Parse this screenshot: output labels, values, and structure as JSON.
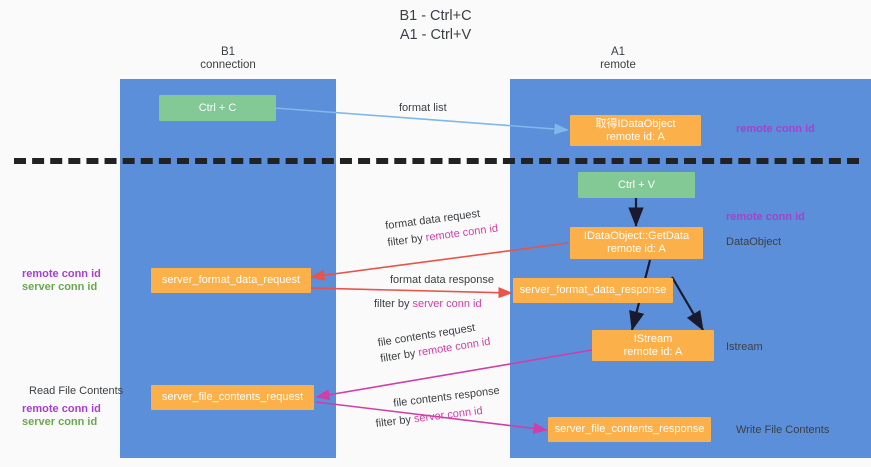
{
  "title": {
    "line1": "B1 - Ctrl+C",
    "line2": "A1 - Ctrl+V"
  },
  "lanes": [
    {
      "name": "b1",
      "line1": "B1",
      "line2": "connection",
      "color": "#5b8fd9"
    },
    {
      "name": "a1",
      "line1": "A1",
      "line2": "remote",
      "color": "#5b8fd9"
    }
  ],
  "nodes": {
    "ctrl_c": {
      "line1": "Ctrl + C",
      "line2": "",
      "color": "#82c995"
    },
    "dataobject_remote": {
      "line1": "取得IDataObject",
      "line2": "remote id: A",
      "color": "#fbb04a"
    },
    "ctrl_v": {
      "line1": "Ctrl + V",
      "line2": "",
      "color": "#82c995"
    },
    "getdata": {
      "line1": "IDataObject::GetData",
      "line2": "remote id: A",
      "color": "#fbb04a"
    },
    "server_format_data_request": {
      "line1": "server_format_data_request",
      "line2": "",
      "color": "#fbb04a"
    },
    "server_format_data_response": {
      "line1": "server_format_data_response",
      "line2": "",
      "color": "#fbb04a"
    },
    "istream": {
      "line1": "IStream",
      "line2": "remote id: A",
      "color": "#fbb04a"
    },
    "server_file_contents_request": {
      "line1": "server_file_contents_request",
      "line2": "",
      "color": "#fbb04a"
    },
    "server_file_contents_response": {
      "line1": "server_file_contents_response",
      "line2": "",
      "color": "#fbb04a"
    }
  },
  "edge_labels": {
    "format_list": "format list",
    "format_data_request": "format data request",
    "format_data_request_filter_prefix": "filter by ",
    "format_data_request_filter_key": "remote conn id",
    "format_data_response": "format data response",
    "format_data_response_filter_prefix": "filter by ",
    "format_data_response_filter_key": "server conn id",
    "file_contents_request": "file contents request",
    "file_contents_request_filter_prefix": "filter by ",
    "file_contents_request_filter_key": "remote conn id",
    "file_contents_response": "file contents response",
    "file_contents_response_filter_prefix": "filter by ",
    "file_contents_response_filter_key": "server conn id"
  },
  "annotations": {
    "right_remote_conn_id_top": "remote conn id",
    "right_remote_conn_id_mid": "remote conn id",
    "right_dataobject": "DataObject",
    "right_istream": "Istream",
    "right_write_file_contents": "Write File Contents",
    "left_remote_conn_id_mid": "remote conn id",
    "left_server_conn_id_mid": "server conn id",
    "left_read_file_contents": "Read File Contents",
    "left_remote_conn_id_bottom": "remote conn id",
    "left_server_conn_id_bottom": "server conn id"
  },
  "colors": {
    "lane": "#5b8fd9",
    "green_node": "#82c995",
    "orange_node": "#fbb04a",
    "purple_key": "#a83fcf",
    "green_key": "#6aa84f",
    "magenta_key": "#cf3fa8",
    "arrow_blue": "#7fb8ea",
    "arrow_red": "#e8534a",
    "arrow_magenta": "#cf3fa8",
    "arrow_dark": "#1a1a2e",
    "divider": "#222222",
    "text": "#3c4043",
    "background": "#fafafa"
  }
}
